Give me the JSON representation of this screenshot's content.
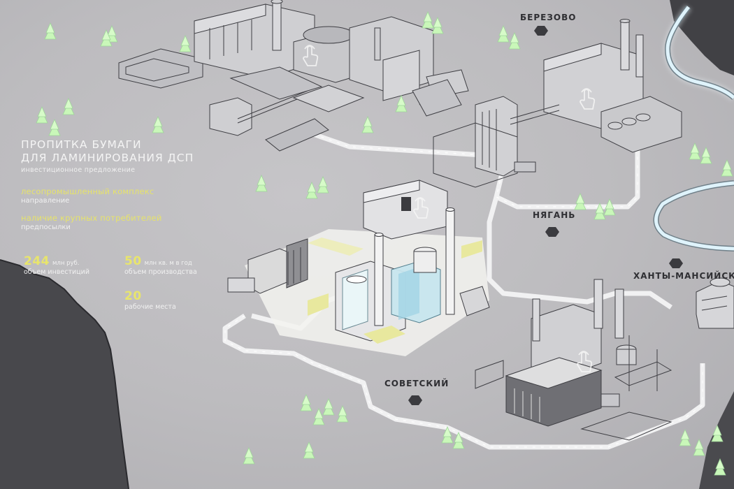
{
  "project": {
    "title_line1": "ПРОПИТКА БУМАГИ",
    "title_line2": "ДЛЯ ЛАМИНИРОВАНИЯ ДСП",
    "subtitle": "инвестиционное предложение",
    "direction_value": "лесопромышленный комплекс",
    "direction_label": "направление",
    "premise_value": "наличие крупных потребителей",
    "premise_label": "предпосылки"
  },
  "stats": {
    "investment": {
      "value": "244",
      "unit": "млн руб.",
      "caption": "объем инвестиций"
    },
    "production": {
      "value": "50",
      "unit": "млн кв. м в год",
      "caption": "объем производства"
    },
    "jobs": {
      "value": "20",
      "caption": "рабочие места"
    }
  },
  "cities": {
    "berezovo": "БЕРЕЗОВО",
    "nyagan": "НЯГАНЬ",
    "khanty": "ХАНТЫ-МАНСИЙСК",
    "sovetsky": "СОВЕТСКИЙ"
  },
  "colors": {
    "accent_yellow": "#e8e56c",
    "tree_green": "#c9f7b9",
    "water_blue": "#dff3fb",
    "highlight_plant": "#f3f3c8",
    "marker_dark": "#3b3b3f"
  },
  "icons": [
    "touch-hand-icon",
    "tree-icon",
    "city-marker-icon"
  ]
}
